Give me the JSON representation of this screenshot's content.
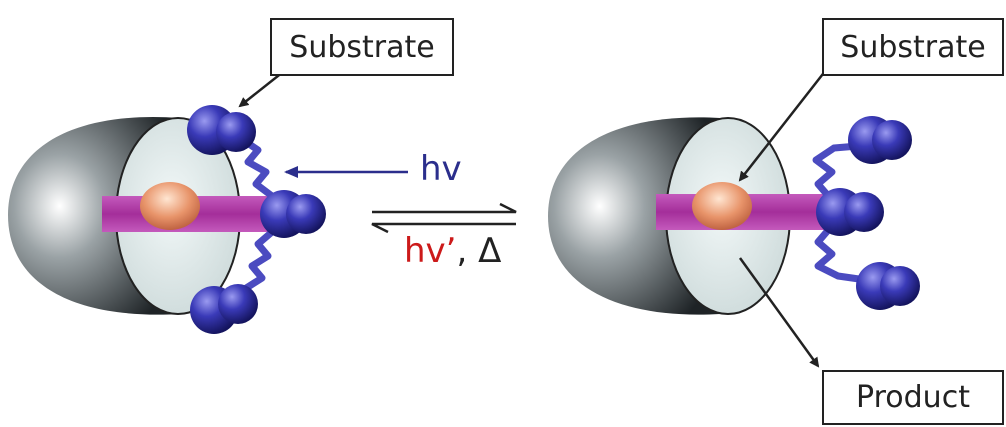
{
  "labels": {
    "left_substrate": "Substrate",
    "right_substrate": "Substrate",
    "product": "Product"
  },
  "forward": {
    "text": "hv",
    "color": "#2b2e8c"
  },
  "reverse": {
    "prime": "hv’",
    "prime_color": "#cc1a1a",
    "rest": ", Δ",
    "rest_color": "#222222"
  },
  "colors": {
    "shell": "#8a9194",
    "cap": "#dfe8e8",
    "axle": "#b03aa6",
    "core": "#e8966a",
    "ball": "#3a3ab0",
    "linker": "#4b4bc0"
  }
}
